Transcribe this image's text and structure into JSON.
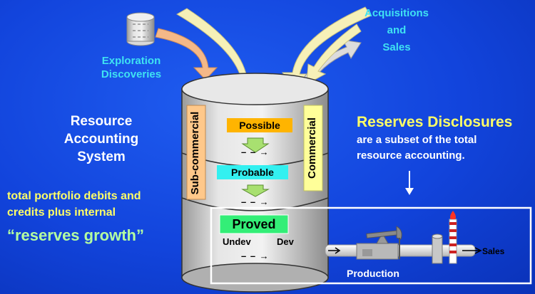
{
  "exploration": {
    "line1": "Exploration",
    "line2": "Discoveries",
    "icon": "database-icon"
  },
  "acquisitions": {
    "line1": "Acquisitions",
    "line2": "and",
    "line3": "Sales"
  },
  "resource_system": {
    "line1": "Resource",
    "line2": "Accounting",
    "line3": "System"
  },
  "portfolio": {
    "line1": "total portfolio debits and",
    "line2": "credits plus internal"
  },
  "reserves_growth": "“reserves growth”",
  "disclosures": {
    "title": "Reserves Disclosures",
    "line1": "are a subset of the total",
    "line2": "resource accounting."
  },
  "cylinder": {
    "sub_commercial": "Sub-commercial",
    "commercial": "Commercial",
    "possible": "Possible",
    "probable": "Probable",
    "proved": "Proved",
    "undev": "Undev",
    "dev": "Dev",
    "dash_arrow": "– – →"
  },
  "production": {
    "label": "Production",
    "sales": "Sales"
  },
  "colors": {
    "background": "#1244dc",
    "possible": "#ffb400",
    "probable": "#33f0f0",
    "proved": "#33ee77",
    "sub_commercial": "#ffc88a",
    "commercial": "#ffff99",
    "cylinder": "#d4d4d4"
  }
}
